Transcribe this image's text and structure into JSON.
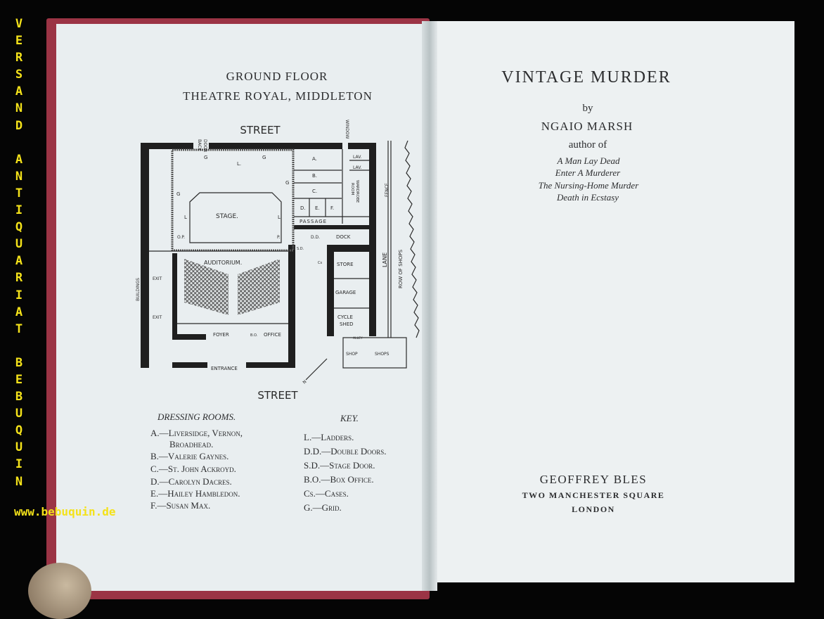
{
  "watermark": {
    "vertical_text": [
      "V",
      "E",
      "R",
      "S",
      "A",
      "N",
      "D",
      " ",
      "A",
      "N",
      "T",
      "I",
      "Q",
      "U",
      "A",
      "R",
      "I",
      "A",
      "T",
      " ",
      "B",
      "E",
      "B",
      "U",
      "Q",
      "U",
      "I",
      "N"
    ],
    "url": "www.bebuquin.de",
    "color": "#f4e21a"
  },
  "left_page": {
    "heading_1": "GROUND FLOOR",
    "heading_2": "THEATRE ROYAL, MIDDLETON",
    "plan": {
      "street_top": "STREET",
      "street_bottom": "STREET",
      "back_door": [
        "BACK",
        "DOOR"
      ],
      "window": "WINDOW",
      "grid_marks": [
        "G",
        "G",
        "G",
        "G"
      ],
      "ladder_marks": [
        "L.",
        "L",
        "L"
      ],
      "rooms": [
        "A.",
        "B.",
        "C.",
        "D.",
        "E.",
        "F."
      ],
      "lav": [
        "LAV.",
        "LAV."
      ],
      "wardrobe": [
        "WARDROBE",
        "ROOM"
      ],
      "passage": "PASSAGE",
      "stage": "STAGE.",
      "op": "O.P.",
      "p": "P.",
      "dd": "D.D.",
      "dock": "DOCK",
      "sd": "S.D.",
      "cs": "Cs",
      "auditorium": "AUDITORIUM.",
      "store": "STORE",
      "garage": "GARAGE",
      "cycle_shed": [
        "CYCLE",
        "SHED"
      ],
      "exit": [
        "EXIT",
        "EXIT"
      ],
      "buildings": "BUILDINGS",
      "foyer": "FOYER",
      "office": "OFFICE",
      "bo": "B.O.",
      "entrance": "ENTRANCE",
      "alley": "ALLEY",
      "shop": "SHOP",
      "shops": "SHOPS",
      "lane": "LANE",
      "fence": "FENCE",
      "row_of_shops": "ROW OF SHOPS",
      "north": "N"
    },
    "dressing_rooms": {
      "title": "DRESSING ROOMS.",
      "items": [
        "A.—Liversidge, Vernon,",
        "Broadhead.",
        "B.—Valerie Gaynes.",
        "C.—St. John Ackroyd.",
        "D.—Carolyn Dacres.",
        "E.—Hailey Hambledon.",
        "F.—Susan Max."
      ]
    },
    "key": {
      "title": "KEY.",
      "items": [
        "L.—Ladders.",
        "D.D.—Double Doors.",
        "S.D.—Stage Door.",
        "B.O.—Box Office.",
        "Cs.—Cases.",
        "G.—Grid."
      ]
    }
  },
  "right_page": {
    "title": "VINTAGE MURDER",
    "by": "by",
    "author": "NGAIO MARSH",
    "author_of": "author of",
    "other_works": [
      "A Man Lay Dead",
      "Enter A Murderer",
      "The Nursing-Home Murder",
      "Death in Ecstasy"
    ],
    "publisher": "GEOFFREY BLES",
    "address": "TWO MANCHESTER SQUARE",
    "city": "LONDON"
  }
}
